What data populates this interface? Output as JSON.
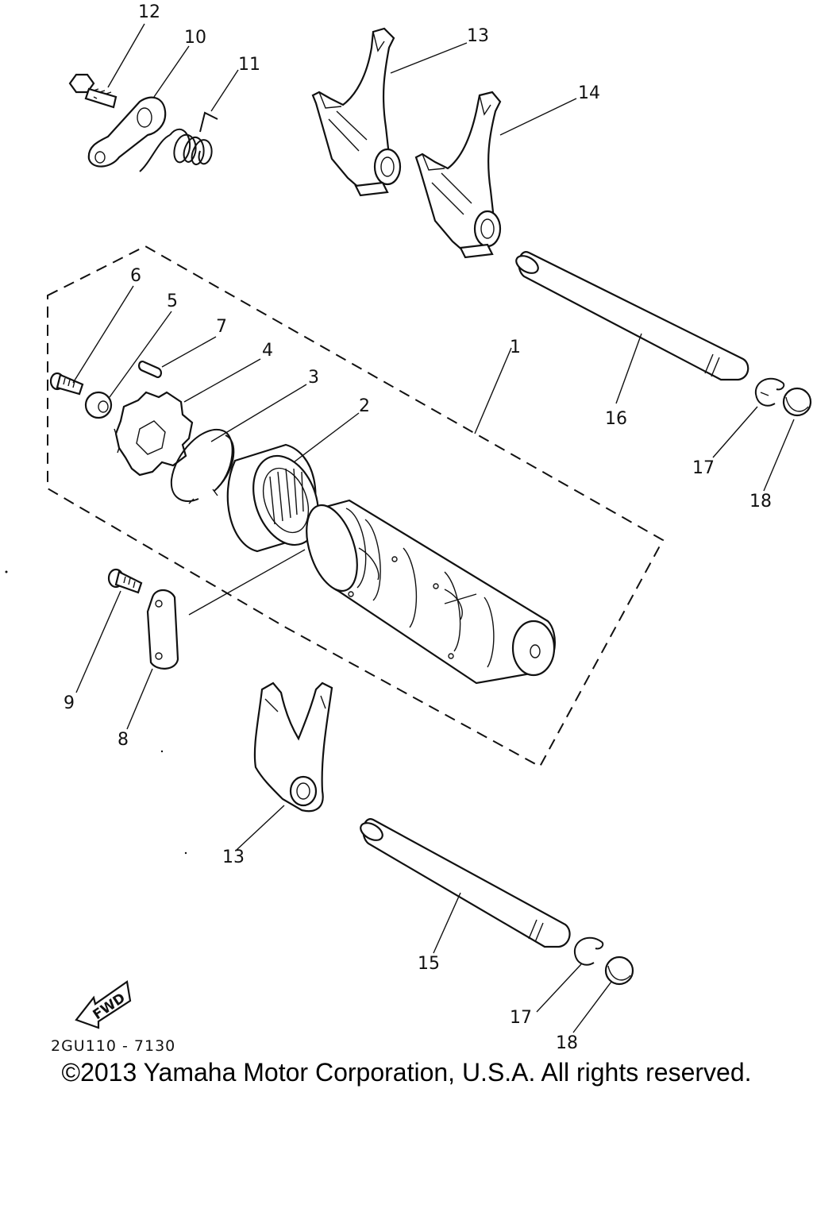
{
  "diagram": {
    "callouts": {
      "p1": "1",
      "p2": "2",
      "p3": "3",
      "p4": "4",
      "p5": "5",
      "p6": "6",
      "p7": "7",
      "p8": "8",
      "p9": "9",
      "p10": "10",
      "p11": "11",
      "p12": "12",
      "p13a": "13",
      "p13b": "13",
      "p14": "14",
      "p15": "15",
      "p16": "16",
      "p17a": "17",
      "p17b": "17",
      "p18a": "18",
      "p18b": "18"
    },
    "fwd_label": "FWD",
    "diagram_code": "2GU110 - 7130",
    "copyright": "©2013 Yamaha Motor Corporation, U.S.A. All rights reserved."
  }
}
